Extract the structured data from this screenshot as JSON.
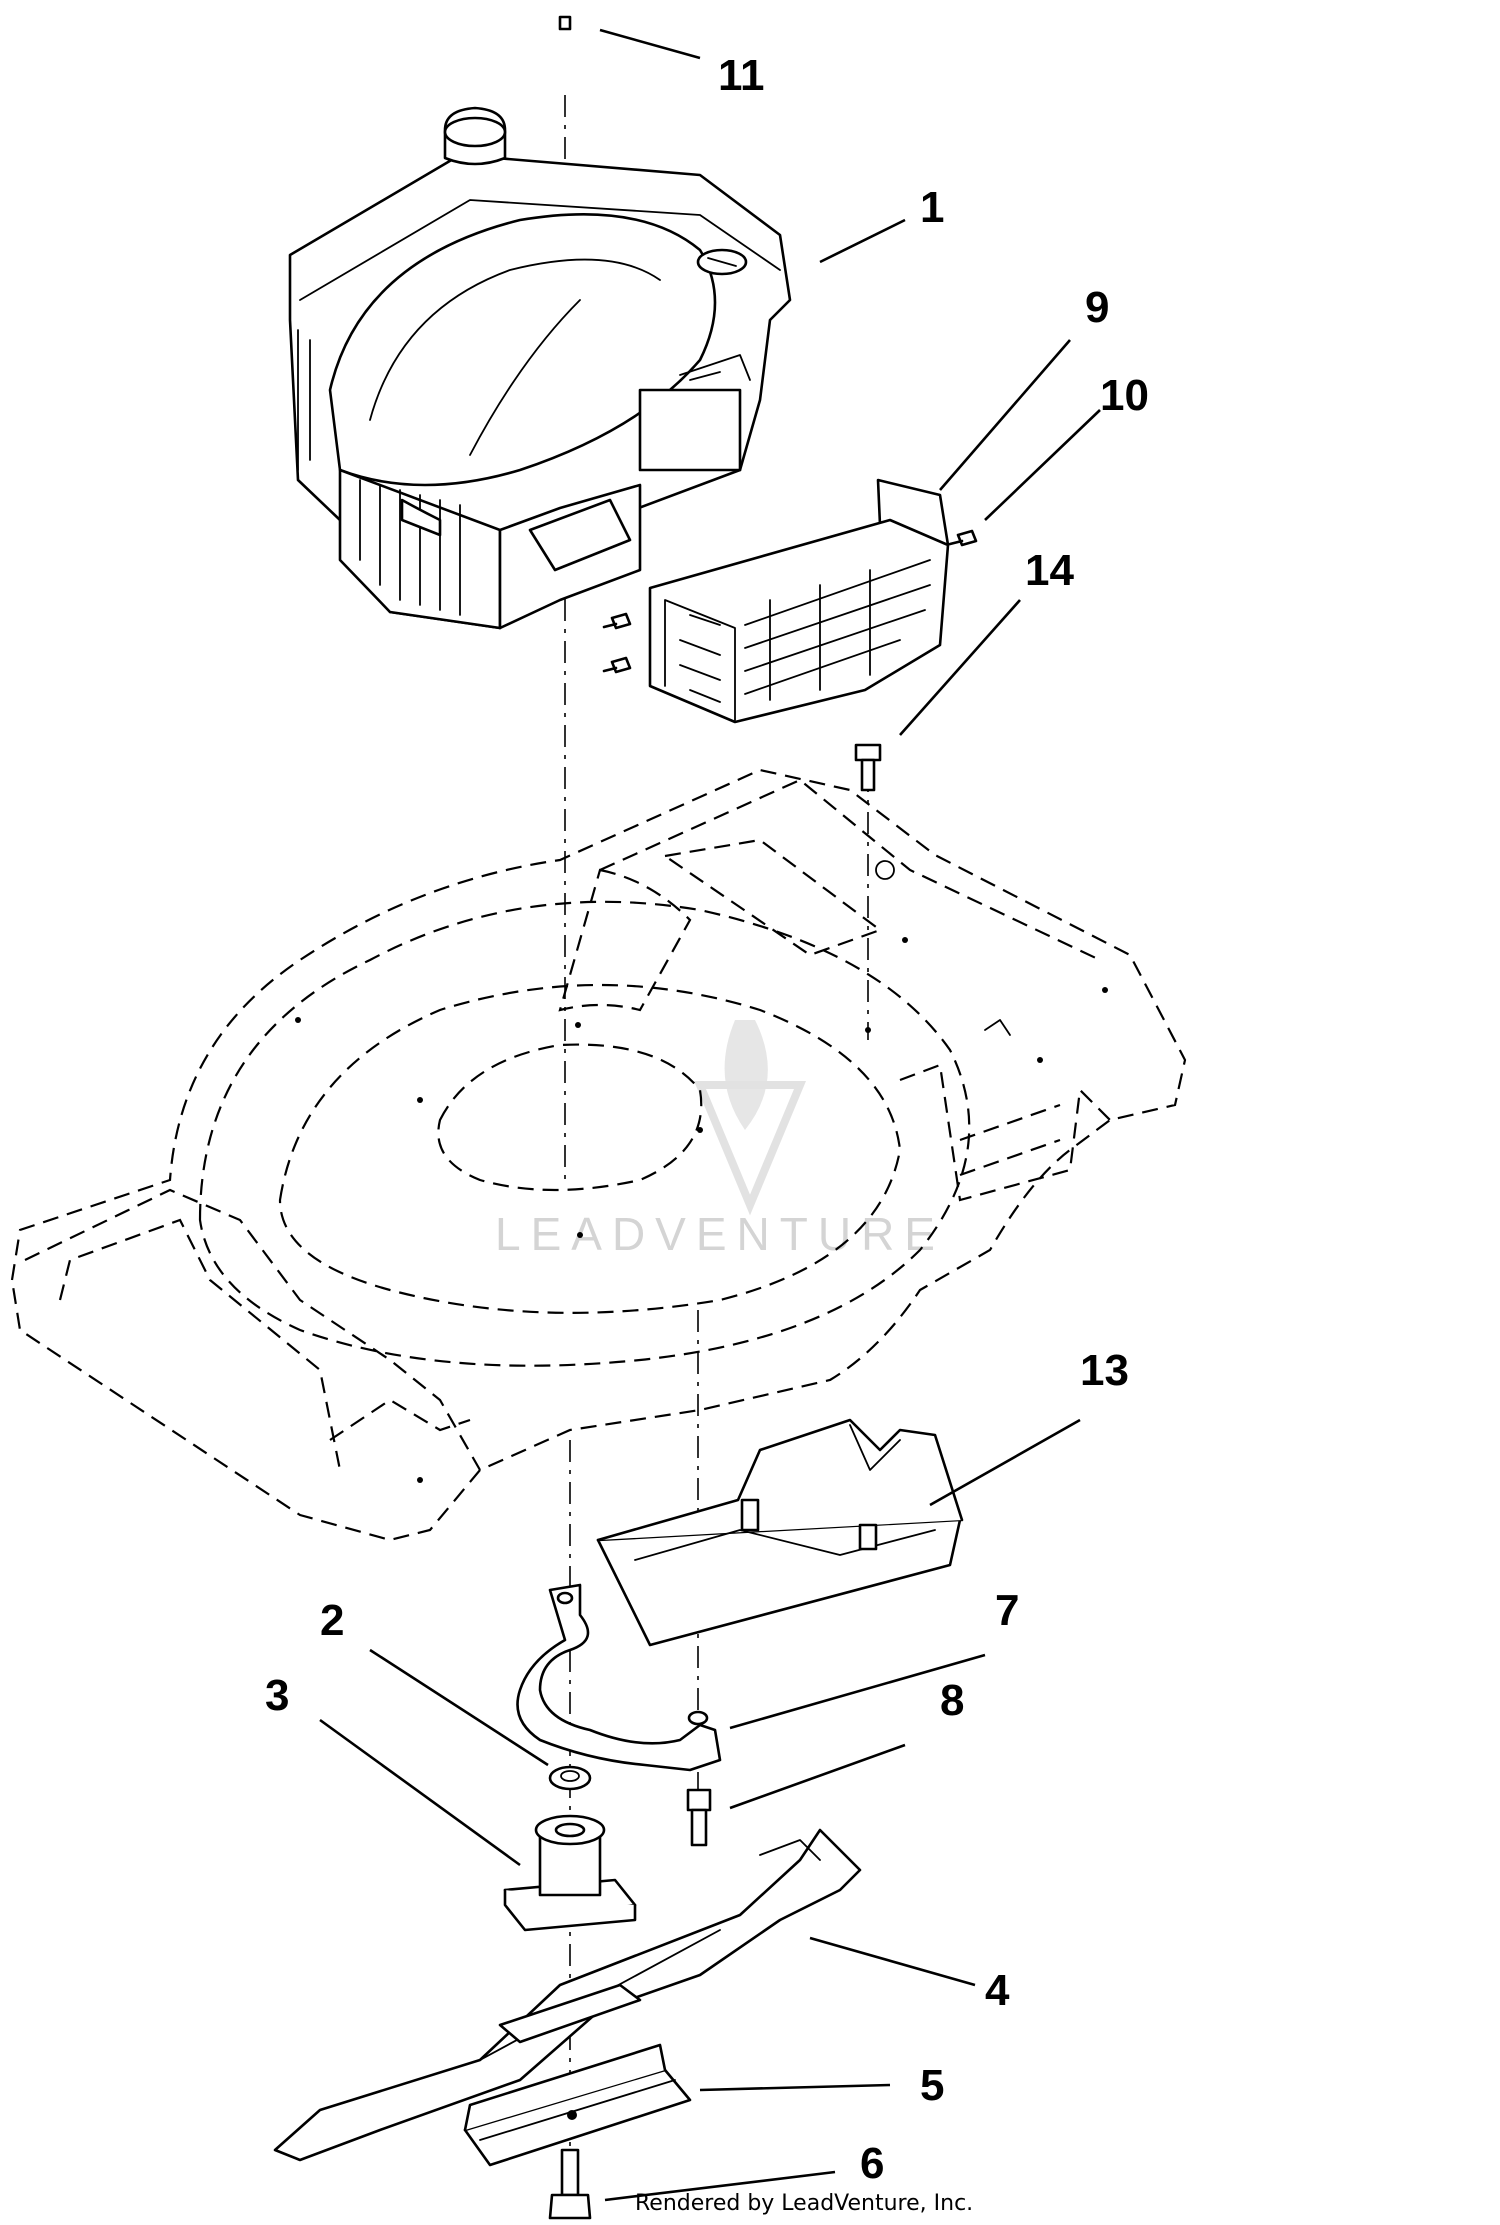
{
  "diagram": {
    "callouts": [
      {
        "id": "11",
        "label": "11"
      },
      {
        "id": "1",
        "label": "1"
      },
      {
        "id": "9",
        "label": "9"
      },
      {
        "id": "10",
        "label": "10"
      },
      {
        "id": "14",
        "label": "14"
      },
      {
        "id": "13",
        "label": "13"
      },
      {
        "id": "2",
        "label": "2"
      },
      {
        "id": "7",
        "label": "7"
      },
      {
        "id": "3",
        "label": "3"
      },
      {
        "id": "8",
        "label": "8"
      },
      {
        "id": "4",
        "label": "4"
      },
      {
        "id": "5",
        "label": "5"
      },
      {
        "id": "6",
        "label": "6"
      }
    ],
    "watermark": "LEADVENTURE",
    "credit": "Rendered by LeadVenture, Inc."
  }
}
